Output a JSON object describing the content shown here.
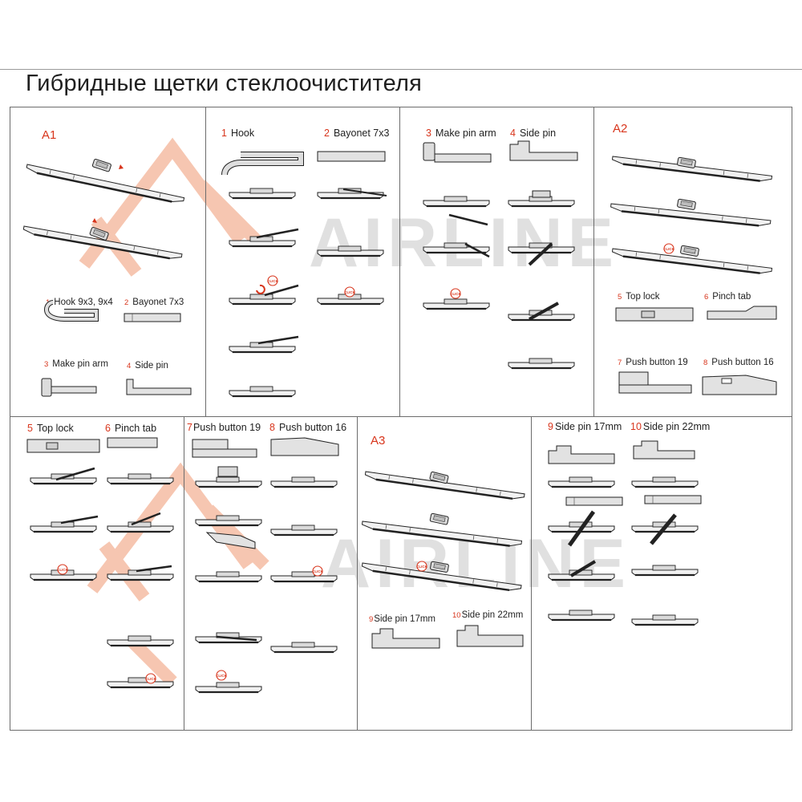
{
  "title": "Гибридные щетки стеклоочистителя",
  "brand": {
    "watermark": "AIRLINE",
    "logo_color": "#f4b497",
    "text_color": "#c8c8c8"
  },
  "accent_color": "#d8351c",
  "panels": {
    "a1": {
      "heading": "A1",
      "adapters": [
        {
          "num": "1",
          "label": "Hook 9x3, 9x4"
        },
        {
          "num": "2",
          "label": "Bayonet 7x3"
        },
        {
          "num": "3",
          "label": "Make pin arm"
        },
        {
          "num": "4",
          "label": "Side pin"
        }
      ]
    },
    "hook_bayonet": {
      "adapters": [
        {
          "num": "1",
          "label": "Hook"
        },
        {
          "num": "2",
          "label": "Bayonet 7x3"
        }
      ]
    },
    "pin_side": {
      "adapters": [
        {
          "num": "3",
          "label": "Make pin arm"
        },
        {
          "num": "4",
          "label": "Side pin"
        }
      ]
    },
    "a2": {
      "heading": "A2",
      "adapters": [
        {
          "num": "5",
          "label": "Top lock"
        },
        {
          "num": "6",
          "label": "Pinch tab"
        },
        {
          "num": "7",
          "label": "Push button 19"
        },
        {
          "num": "8",
          "label": "Push button 16"
        }
      ]
    },
    "lock_tab": {
      "adapters": [
        {
          "num": "5",
          "label": "Top lock"
        },
        {
          "num": "6",
          "label": "Pinch tab"
        }
      ]
    },
    "push_buttons": {
      "adapters": [
        {
          "num": "7",
          "label": "Push button 19"
        },
        {
          "num": "8",
          "label": "Push button 16"
        }
      ]
    },
    "a3": {
      "heading": "A3",
      "adapters": [
        {
          "num": "9",
          "label": "Side pin 17mm"
        },
        {
          "num": "10",
          "label": "Side pin 22mm"
        }
      ]
    },
    "side_pins": {
      "adapters": [
        {
          "num": "9",
          "label": "Side pin 17mm"
        },
        {
          "num": "10",
          "label": "Side pin 22mm"
        }
      ]
    }
  }
}
